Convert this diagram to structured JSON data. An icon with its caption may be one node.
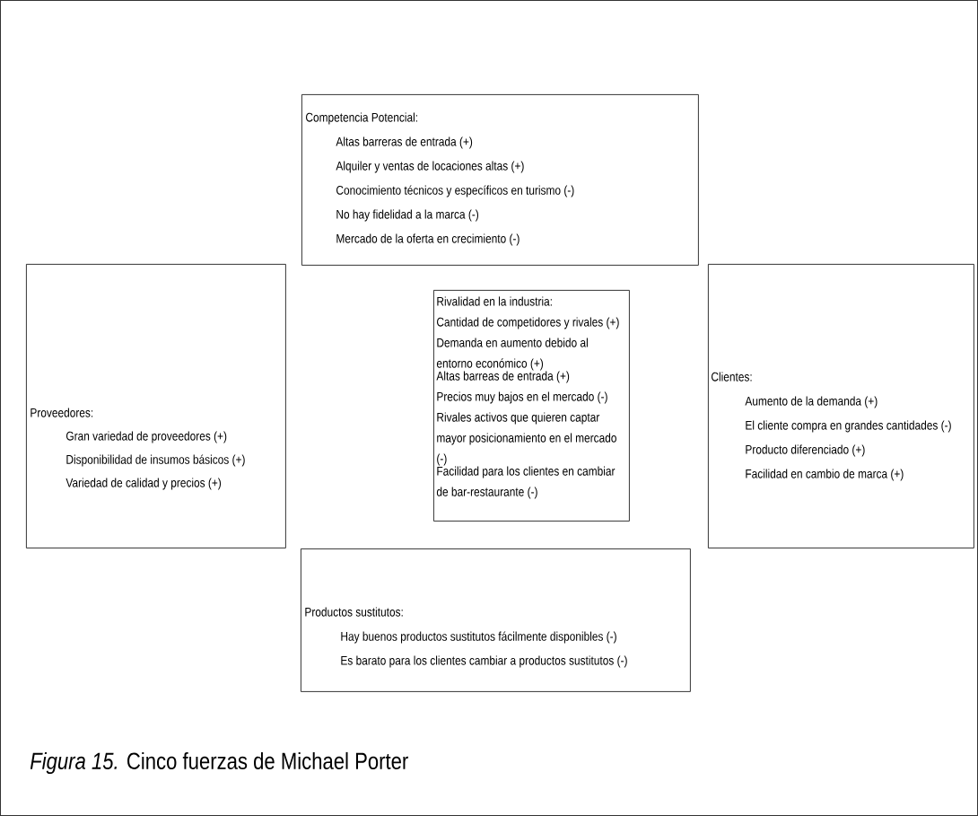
{
  "diagram": {
    "caption": "*Figura 15.* Cinco fuerzas de Michael Porter",
    "nodes": [
      {
        "text": [
          "Competencia Potencial:",
          "Altas barreras de entrada (+)",
          "Alquiler y ventas de locaciones altas (+)",
          "Conocimiento técnicos y específicos en turismo (-)",
          "No hay fidelidad a la marca (-)",
          "Mercado de la oferta en crecimiento (-)"
        ]
      },
      {
        "text": [
          "Proveedores:",
          "Gran variedad de proveedores (+)",
          "Disponibilidad de insumos básicos (+)",
          "Variedad de calidad y precios (+)"
        ]
      },
      {
        "text": [
          "Rivalidad en la industria:",
          "Cantidad de competidores y rivales (+)",
          "Demanda en aumento debido al entorno económico (+)",
          "Altas barreas de entrada (+)",
          "Precios muy bajos en el mercado (-)",
          "Rivales activos que quieren captar mayor posicionamiento en el mercado (-)",
          "Facilidad para los clientes en cambiar de bar-restaurante (-)"
        ]
      },
      {
        "text": [
          "Clientes:",
          "Aumento de la demanda (+)",
          "El cliente compra en grandes cantidades (-)",
          "Producto diferenciado (+)",
          "Facilidad en cambio de marca (+)"
        ]
      },
      {
        "text": [
          "Productos sustitutos:",
          "Hay buenos productos sustitutos fácilmente disponibles (-)",
          "Es barato para los clientes cambiar a productos sustitutos (-)"
        ]
      }
    ]
  }
}
